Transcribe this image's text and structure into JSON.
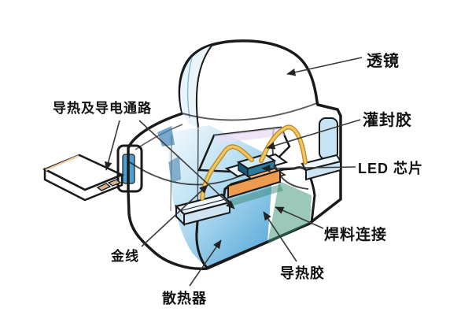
{
  "diagram": {
    "labels": {
      "lens": "透镜",
      "encapsulant": "灌封胶",
      "led_chip": "LED 芯片",
      "solder_joint": "焊料连接",
      "thermal_adhesive": "导热胶",
      "heat_sink": "散热器",
      "gold_wire": "金线",
      "thermal_electrical_path": "导热及导电通路"
    },
    "colors": {
      "background": "#ffffff",
      "outline": "#1a1a1a",
      "body_blue": "#8cc7e9",
      "lens_highlight": "#e9f4fb",
      "cut_face_blue": "#5aa9d9",
      "heat_sink_green": "#6fc4a0",
      "heat_sink_dark": "#3a9173",
      "solder_orange": "#ee9b4f",
      "encapsulant_purple": "#9b89cd",
      "gold_wire": "#f2c75e",
      "copper_lead": "#bd7850",
      "chip_top": "#d2ebf7",
      "leader_line": "#3a3a3a"
    }
  }
}
